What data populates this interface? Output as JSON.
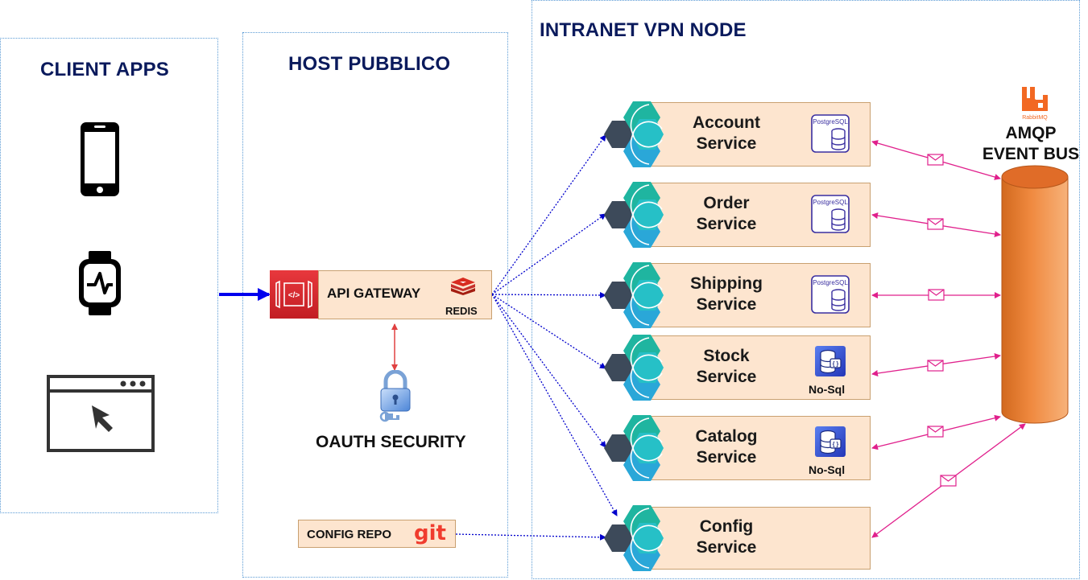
{
  "panels": {
    "client_apps": {
      "title": "CLIENT APPS"
    },
    "host_pubblico": {
      "title": "HOST PUBBLICO"
    },
    "intranet": {
      "title": "INTRANET VPN NODE"
    }
  },
  "client_icons": [
    "smartphone-icon",
    "smartwatch-icon",
    "browser-window-icon"
  ],
  "gateway": {
    "label": "API GATEWAY",
    "cache": "REDIS"
  },
  "security": {
    "label": "OAUTH SECURITY"
  },
  "config_repo": {
    "label": "CONFIG REPO",
    "brand": "git"
  },
  "event_bus": {
    "line1": "AMQP",
    "line2": "EVENT BUS",
    "brand": "RabbitMQ"
  },
  "services": [
    {
      "line1": "Account",
      "line2": "Service",
      "db": "PostgreSQL",
      "db_caption": ""
    },
    {
      "line1": "Order",
      "line2": "Service",
      "db": "PostgreSQL",
      "db_caption": ""
    },
    {
      "line1": "Shipping",
      "line2": "Service",
      "db": "PostgreSQL",
      "db_caption": ""
    },
    {
      "line1": "Stock",
      "line2": "Service",
      "db": "",
      "db_caption": "No-Sql"
    },
    {
      "line1": "Catalog",
      "line2": "Service",
      "db": "",
      "db_caption": "No-Sql"
    },
    {
      "line1": "Config",
      "line2": "Service",
      "db": "",
      "db_caption": ""
    }
  ],
  "colors": {
    "title": "#0a1a5c",
    "box_fill": "#fde5cf",
    "panel_border": "#5b9bd5",
    "arrow_blue": "#0000cc",
    "arrow_pink": "#e0208c",
    "arrow_red": "#e04040",
    "bus_orange": "#e8803a"
  }
}
